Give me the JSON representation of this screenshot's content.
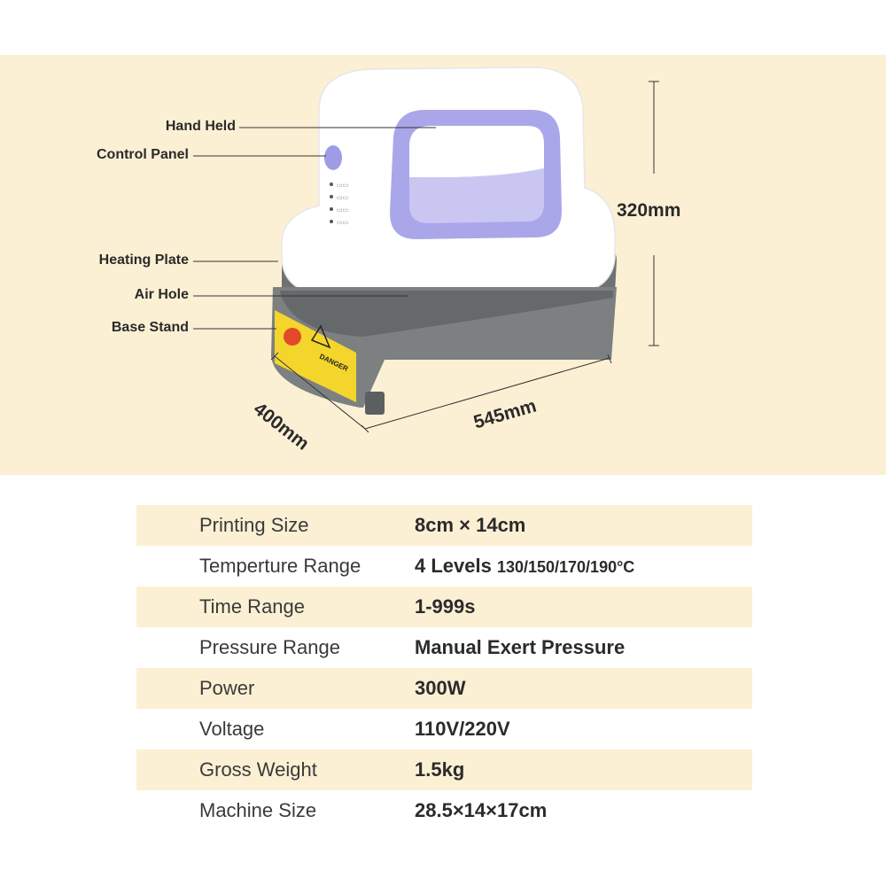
{
  "callouts": {
    "hand_held": "Hand Held",
    "control_panel": "Control Panel",
    "heating_plate": "Heating Plate",
    "air_hole": "Air Hole",
    "base_stand": "Base Stand"
  },
  "dimensions": {
    "height": "320mm",
    "width": "545mm",
    "depth": "400mm"
  },
  "warning_label": "DANGER",
  "specs": [
    {
      "label": "Printing Size",
      "value": "8cm × 14cm",
      "value_small": ""
    },
    {
      "label": "Temperture Range",
      "value": "4 Levels ",
      "value_small": "130/150/170/190°C"
    },
    {
      "label": "Time Range",
      "value": "1-999s",
      "value_small": ""
    },
    {
      "label": "Pressure Range",
      "value": "Manual Exert Pressure",
      "value_small": ""
    },
    {
      "label": "Power",
      "value": "300W",
      "value_small": ""
    },
    {
      "label": "Voltage",
      "value": "110V/220V",
      "value_small": ""
    },
    {
      "label": "Gross Weight",
      "value": "1.5kg",
      "value_small": ""
    },
    {
      "label": "Machine Size",
      "value": "28.5×14×17cm",
      "value_small": ""
    }
  ],
  "colors": {
    "background_band": "#fcf0d4",
    "handle_purple": "#a9a6ea",
    "body_grey": "#6f7273",
    "base_grey": "#7d8081",
    "shell_white": "#ffffff"
  }
}
